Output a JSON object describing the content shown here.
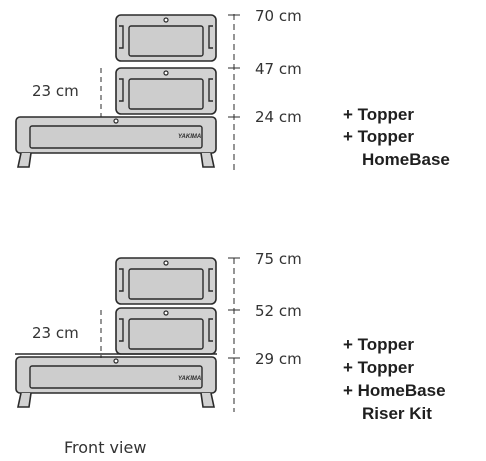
{
  "config_a": {
    "heights": [
      "70 cm",
      "47 cm",
      "24 cm"
    ],
    "left_height": "23 cm",
    "brand": "YAKIMA",
    "items": [
      "+ Topper",
      "+ Topper",
      "HomeBase"
    ]
  },
  "config_b": {
    "heights": [
      "75 cm",
      "52 cm",
      "29 cm"
    ],
    "left_height": "23 cm",
    "brand": "YAKIMA",
    "items": [
      "+ Topper",
      "+ Topper",
      "+ HomeBase",
      "Riser Kit"
    ]
  },
  "caption": "Front view",
  "colors": {
    "fill": "#d2d2d2",
    "stroke": "#2b2b2b"
  }
}
